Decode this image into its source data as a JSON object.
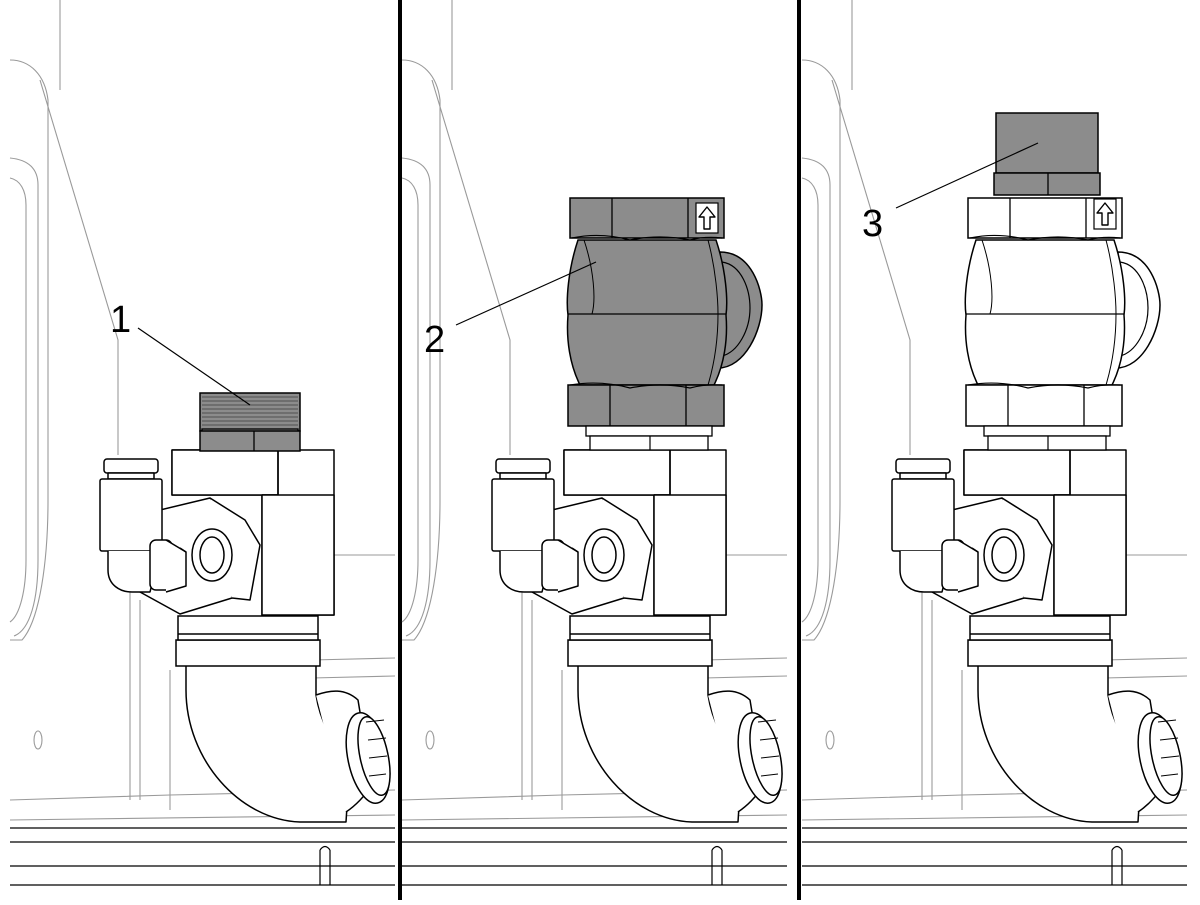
{
  "figure": {
    "panels": [
      {
        "id": "panel-1",
        "callout": "1",
        "part": "threaded-nipple"
      },
      {
        "id": "panel-2",
        "callout": "2",
        "part": "valve-body"
      },
      {
        "id": "panel-3",
        "callout": "3",
        "part": "top-fitting"
      }
    ],
    "colors": {
      "line": "#000000",
      "light_line": "#9a9a9a",
      "highlight": "#8c8c8c",
      "background": "#ffffff",
      "divider": "#000000"
    },
    "icons": [
      "flow-arrow-icon"
    ]
  }
}
